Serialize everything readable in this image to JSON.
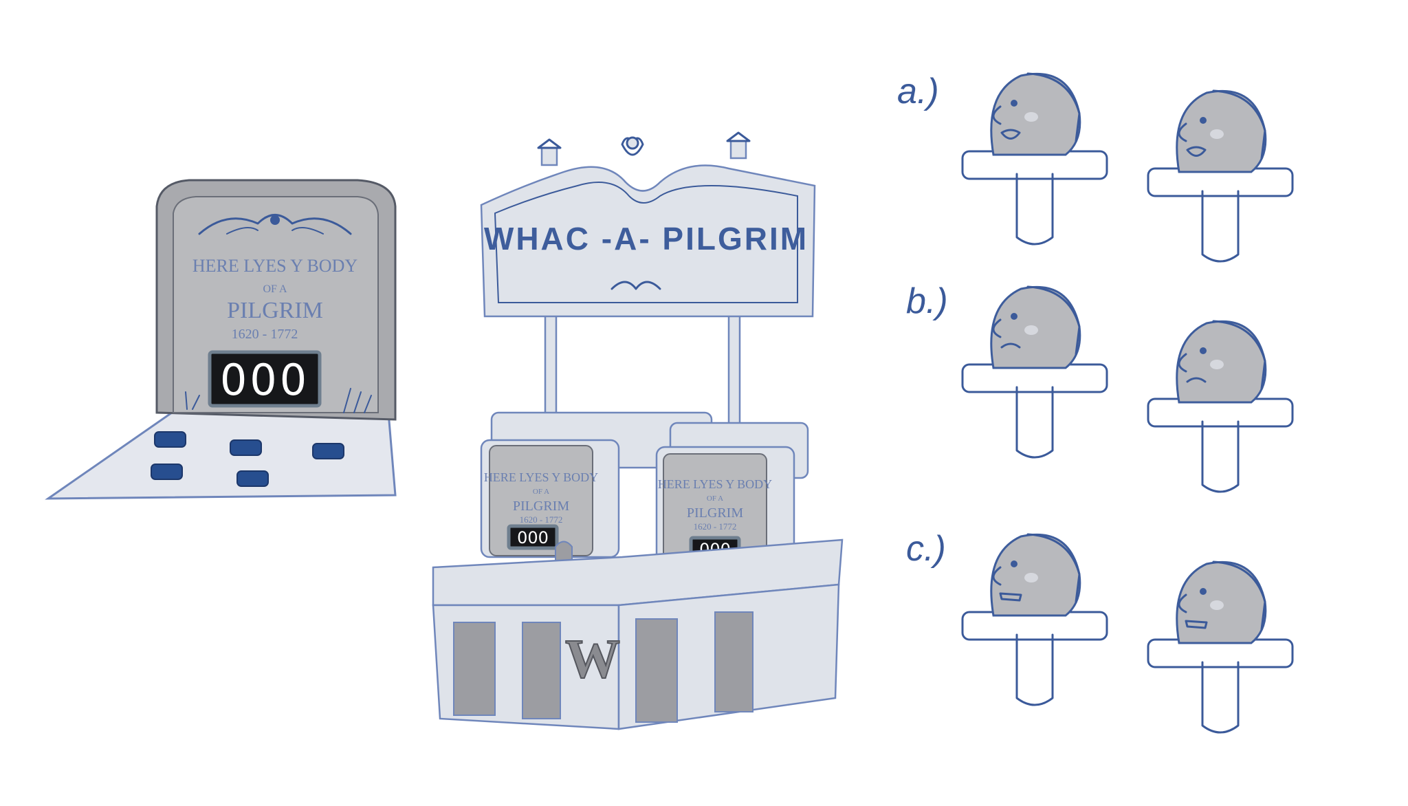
{
  "tombstone": {
    "line1": "HERE LYES Y BODY",
    "line2": "OF A",
    "line3": "PILGRIM",
    "dates": "1620 - 1772",
    "score": "000"
  },
  "arcade_sign": {
    "title": "WHAC -A- PILGRIM",
    "cabinet_letter": "W"
  },
  "cabinets": [
    {
      "line1": "HERE LYES Y BODY",
      "line2": "OF A",
      "line3": "PILGRIM",
      "dates": "1620 - 1772",
      "score": "000"
    },
    {
      "line1": "HERE LYES Y BODY",
      "line2": "OF A",
      "line3": "PILGRIM",
      "dates": "1620 - 1772",
      "score": "000"
    }
  ],
  "variants": [
    {
      "label": "a.)"
    },
    {
      "label": "b.)"
    },
    {
      "label": "c.)"
    }
  ],
  "colors": {
    "ink": "#3b5a9a",
    "stone": "#a9aaae",
    "hole": "#274e8f",
    "display": "#16171a"
  }
}
